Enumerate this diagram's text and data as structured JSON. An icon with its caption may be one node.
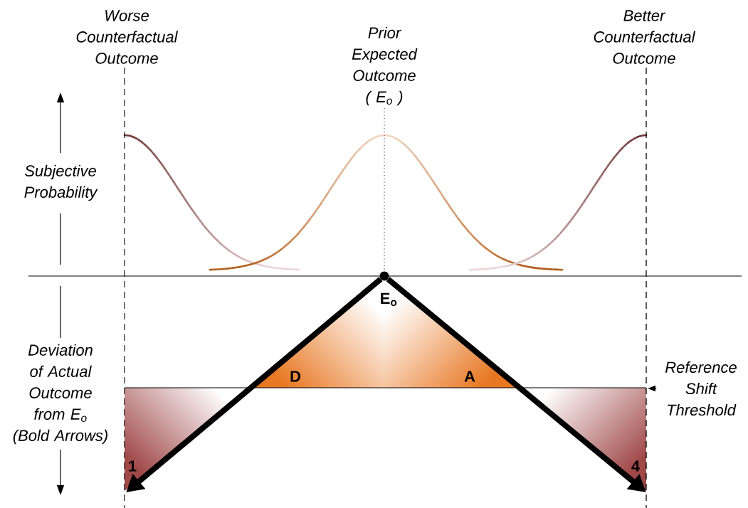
{
  "diagram": {
    "nodes": [
      {
        "text": [],
        "shape": "circle",
        "beside": [
          "E$_{o}$"
        ]
      },
      {
        "text": [
          "Reference Shift Threshold"
        ]
      },
      {
        "text": [
          "1"
        ]
      },
      {
        "text": [
          "4"
        ]
      }
    ],
    "edges": [
      {
        "from": 0,
        "to": 2,
        "arrow": "to"
      },
      {
        "from": 0,
        "to": 3,
        "arrow": "to"
      },
      {
        "from": 1,
        "to": null,
        "arrow": "to"
      }
    ],
    "labels": [
      "Worse Counterfactual Outcome",
      "Prior Expected Outcome ( E$_{o}$ )",
      "Better Counterfactual Outcome",
      "Subjective Probability",
      "Deviation of Actual Outcome from E$_{o}$ (Bold Arrows)",
      "D",
      "A"
    ]
  }
}
